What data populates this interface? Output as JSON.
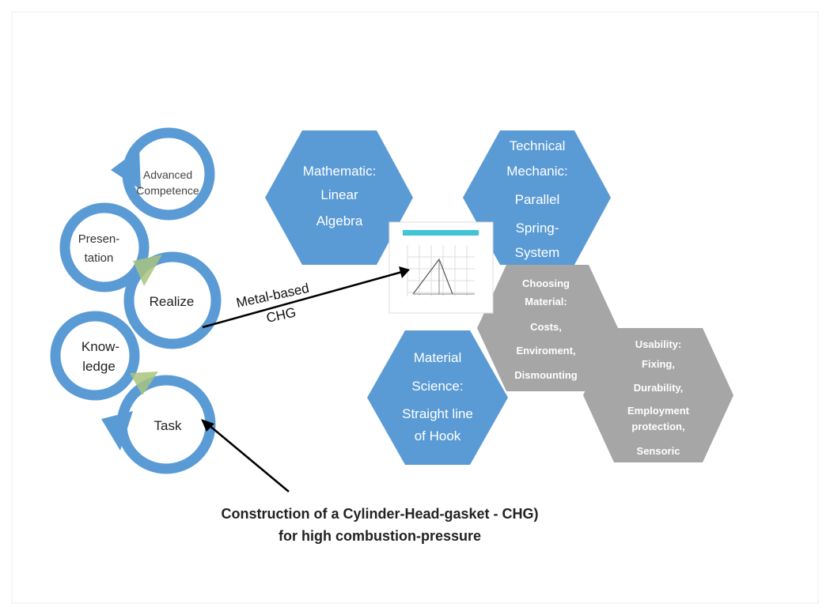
{
  "cycle": {
    "advanced": [
      "Advanced",
      "Competence"
    ],
    "presentation": [
      "Presen-",
      "tation"
    ],
    "realize": "Realize",
    "knowledge": [
      "Know-",
      "ledge"
    ],
    "task": "Task"
  },
  "arrow_label": [
    "Metal-based",
    "CHG"
  ],
  "hexagons": {
    "math": [
      "Mathematic:",
      "Linear",
      "Algebra"
    ],
    "tech": [
      "Technical",
      "Mechanic:",
      "Parallel",
      "Spring-",
      "System"
    ],
    "material": [
      "Material",
      "Science:",
      "Straight line",
      "of Hook"
    ],
    "choosing": [
      "Choosing",
      "Material:",
      "Costs,",
      "Enviroment,",
      "Dismounting"
    ],
    "usability": [
      "Usability:",
      "Fixing,",
      "Durability,",
      "Employment",
      "protection,",
      "Sensoric"
    ]
  },
  "caption": {
    "line1": "Construction of a Cylinder-Head-gasket - CHG)",
    "line2": "for high combustion-pressure"
  },
  "colors": {
    "blue_hex": "#5b9bd5",
    "gray_hex": "#a6a6a6",
    "cycle_blue": "#5b9bd5"
  }
}
